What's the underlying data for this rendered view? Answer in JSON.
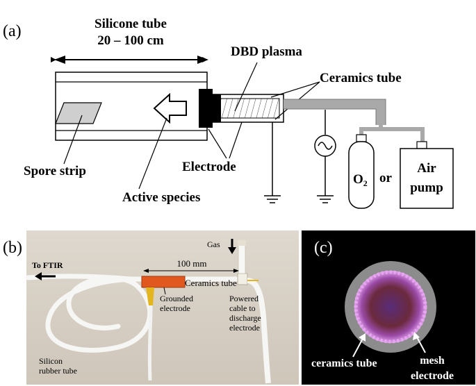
{
  "panel_a": {
    "label": "(a)",
    "silicone_tube_line1": "Silicone tube",
    "silicone_tube_line2": "20 – 100 cm",
    "dbd_plasma": "DBD plasma",
    "ceramics_tube": "Ceramics tube",
    "spore_strip": "Spore strip",
    "electrode": "Electrode",
    "active_species": "Active species",
    "o2_base": "O",
    "o2_sub": "2",
    "or": "or",
    "air_pump_line1": "Air",
    "air_pump_line2": "pump"
  },
  "panel_b": {
    "label": "(b)",
    "to_ftir": "To FTIR",
    "gas": "Gas",
    "length": "100 mm",
    "ceramics_tube": "Ceramics tube",
    "grounded_line1": "Grounded",
    "grounded_line2": "electrode",
    "powered_line1": "Powered",
    "powered_line2": "cable to",
    "powered_line3": "discharge",
    "powered_line4": "electrode",
    "silicon_line1": "Silicon",
    "silicon_line2": "rubber tube"
  },
  "panel_c": {
    "label": "(c)",
    "ceramics_tube": "ceramics tube",
    "mesh_line1": "mesh",
    "mesh_line2": "electrode"
  },
  "colors": {
    "photo_bg": "#d8d1c6",
    "electrode_orange": "#e0581e",
    "clip_yellow": "#e3b51f",
    "ring_gray": "#8c8c8c",
    "plasma_pink": "#e6a6f0",
    "gas_line_gray": "#a9a9a9"
  }
}
